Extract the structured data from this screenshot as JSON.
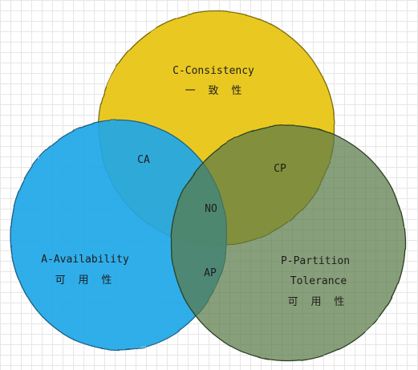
{
  "colors": {
    "consistency_fill": "#e8c615",
    "consistency_stroke": "#7a6a08",
    "availability_fill": "#1ea7e8",
    "availability_stroke": "#1a5f85",
    "partition_fill": "#5a7a48",
    "partition_stroke": "#2c3f22"
  },
  "sets": {
    "consistency": {
      "name": "C-Consistency",
      "cn": "一 致 性"
    },
    "availability": {
      "name": "A-Availability",
      "cn": "可 用 性"
    },
    "partition": {
      "name_line1": "P-Partition",
      "name_line2": "Tolerance",
      "cn": "可 用 性"
    }
  },
  "overlaps": {
    "ca": "CA",
    "cp": "CP",
    "ap": "AP",
    "center": "NO"
  }
}
